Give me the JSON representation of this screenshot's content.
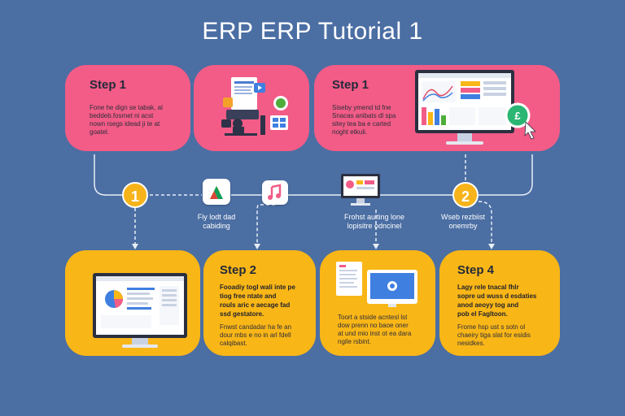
{
  "page": {
    "title": "ERP ERP Tutorial 1"
  },
  "colors": {
    "background": "#4b6ea3",
    "pink": "#f25c87",
    "yellow": "#f9b617",
    "badge": "#f7b31a"
  },
  "top_row": {
    "left_card": {
      "label": "Step 1",
      "lines": [
        "Fone he dign se tabak, al",
        "beddeb.fosmet ni acst",
        "nown rsegs idead ji te at",
        "goatel."
      ]
    },
    "right_card": {
      "label": "Step 1",
      "lines": [
        "Siseby ymend td fne",
        "Snacas anibats dl spa",
        "sitey tea ba e carted",
        "noght etkuli."
      ]
    }
  },
  "middle": {
    "badges": [
      "1",
      "2"
    ],
    "labels": [
      [
        "Fiy lodt dad",
        "cabiding"
      ],
      [
        "Frohst auiting lone",
        "lopisitre odncinel"
      ],
      [
        "Wseb rezbiist",
        "onemrby"
      ]
    ],
    "icons": [
      "triangle-app-icon",
      "music-note-icon",
      "monitor-icon"
    ]
  },
  "bottom_row": {
    "step2": {
      "label": "Step 2",
      "bold_lines": [
        "Fooadiy togl wali inte pe",
        "tiog free ntate and",
        "rouls aric e aecage fad",
        "ssd gestatore."
      ],
      "lines": [
        "Fnwst candadar ha fe an",
        "dour mbs e no in arl fdell",
        "calqibast."
      ]
    },
    "step3": {
      "lines": [
        "Toort a stside acntesl lst",
        "dow prenn no baoe oner",
        "at und mio inst ot ea dara",
        "ngile rsbint."
      ]
    },
    "step4": {
      "label": "Step 4",
      "bold_lines": [
        "Lagy rele tnacal fhlr",
        "sopre ud wuss d esdaties",
        "anod aeoyy tog and",
        "pob el Fagltoon."
      ],
      "lines": [
        "Frome hsp ust s sotn ol",
        "chaeiry tiga slat for esidis",
        "nesidkes."
      ]
    }
  }
}
